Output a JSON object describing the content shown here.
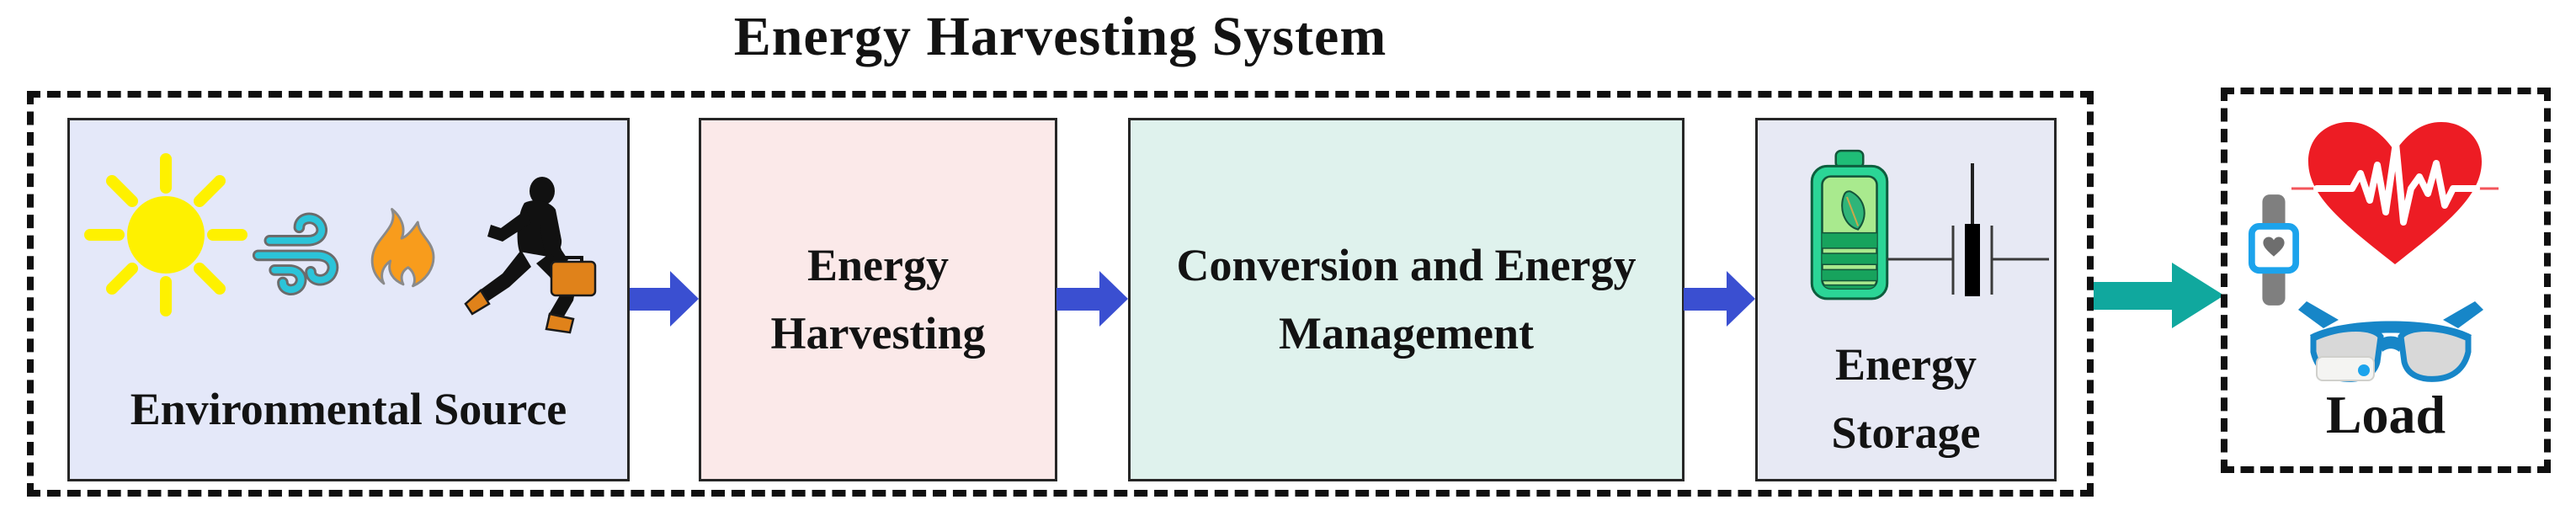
{
  "title": "Energy Harvesting System",
  "system": {
    "blocks": [
      {
        "label": "Environmental Source",
        "bg": "#E4E8F9",
        "icons": [
          "sun-icon",
          "wind-icon",
          "fire-icon",
          "walking-person-icon"
        ]
      },
      {
        "label": "Energy Harvesting",
        "bg": "#FBE9E9",
        "icons": []
      },
      {
        "label": "Conversion and Energy Management",
        "bg": "#DFF2ED",
        "icons": []
      },
      {
        "label": "Energy Storage",
        "bg": "#E7E9F4",
        "icons": [
          "battery-icon",
          "capacitor-icon"
        ]
      }
    ],
    "arrows": [
      {
        "from": "Environmental Source",
        "to": "Energy Harvesting",
        "color": "#3A4FD1"
      },
      {
        "from": "Energy Harvesting",
        "to": "Conversion and Energy Management",
        "color": "#3A4FD1"
      },
      {
        "from": "Conversion and Energy Management",
        "to": "Energy Storage",
        "color": "#3A4FD1"
      },
      {
        "from": "Energy Storage",
        "to": "Load",
        "color": "#10A89E"
      }
    ]
  },
  "load": {
    "label": "Load",
    "icons": [
      "heart-ecg-icon",
      "smartwatch-icon",
      "smart-glasses-icon"
    ]
  },
  "colors": {
    "arrow_blue": "#3A4FD1",
    "arrow_teal": "#10A89E",
    "dashed_border": "#101010",
    "block_border": "#262626",
    "sun_yellow": "#FEF100",
    "wind_cyan": "#2BC4D9",
    "fire_orange": "#F89C1C",
    "battery_green": "#2BD596",
    "battery_light_green": "#A9EA8E",
    "heart_red": "#ED1C24",
    "glasses_blue": "#1786C8",
    "watch_gray": "#7F7F7F",
    "watch_face_blue": "#1CA3EC"
  }
}
